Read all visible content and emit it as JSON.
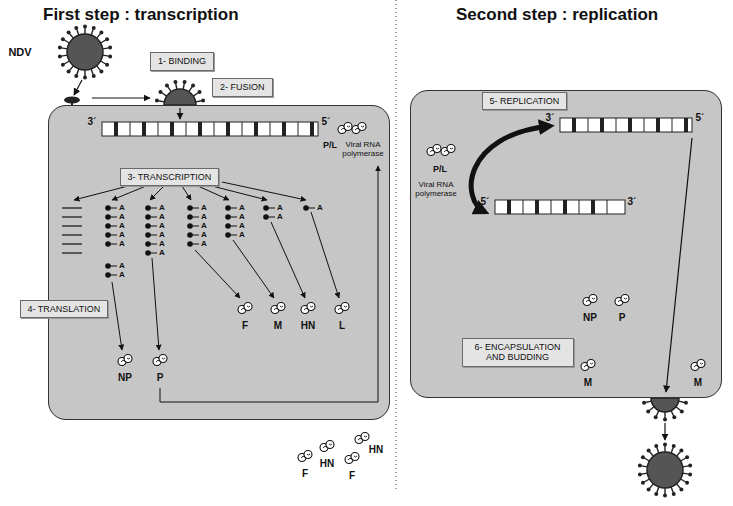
{
  "diagram": {
    "nodes": [
      {
        "text": [
          "First step : transcription"
        ]
      },
      {
        "text": [
          "1- BINDING"
        ]
      },
      {
        "text": [
          "2- FUSION"
        ]
      },
      {
        "text": [
          "3- TRANSCRIPTION"
        ],
        "in": 0
      },
      {
        "text": [
          "4- TRANSLATION"
        ],
        "in": 0
      },
      {
        "text": [
          "Second step : replication"
        ]
      },
      {
        "text": [
          "5- REPLICATION"
        ],
        "in": 5
      },
      {
        "text": [
          "6- ENCAPSULATION AND BUDDING"
        ],
        "in": 5
      }
    ],
    "labels": [
      "NDV",
      "3´",
      "5´",
      "P/L",
      "Viral RNA polymerase",
      "A",
      "A",
      "A",
      "A",
      "A",
      "A",
      "A",
      "A",
      "A",
      "A",
      "A",
      "A",
      "A",
      "A",
      "A",
      "A",
      "A",
      "A",
      "A",
      "A",
      "A",
      "A",
      "A",
      "A",
      "A",
      "NP",
      "P",
      "F",
      "M",
      "HN",
      "L",
      "F",
      "HN",
      "HN",
      "F",
      "P/L",
      "Viral RNA polymerase",
      "3´",
      "5´",
      "5´",
      "3´",
      "NP",
      "P",
      "M",
      "M"
    ]
  }
}
